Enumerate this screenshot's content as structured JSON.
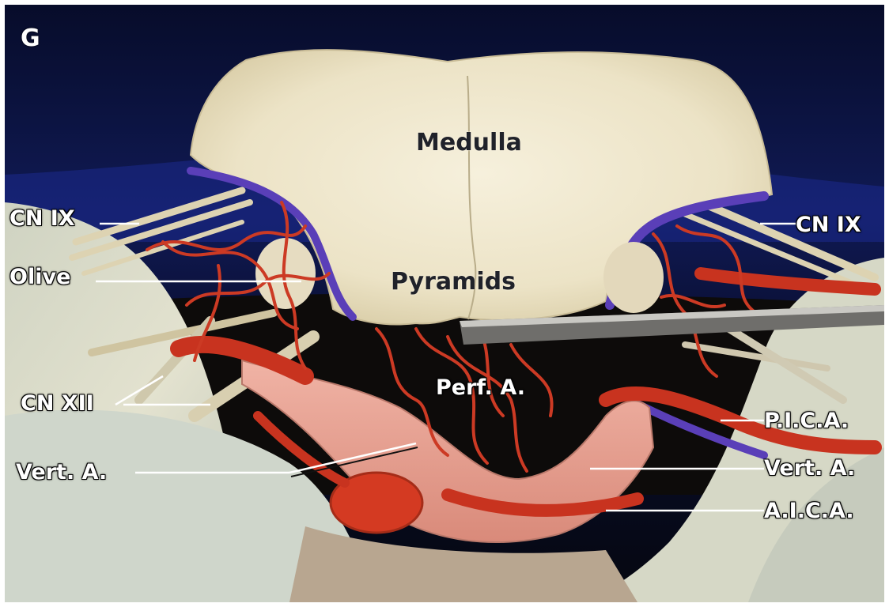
{
  "panel_letter": "G",
  "labels": {
    "medulla": "Medulla",
    "pyramids": "Pyramids",
    "cn_ix_left": "CN IX",
    "cn_ix_right": "CN IX",
    "olive": "Olive",
    "perf_a": "Perf. A.",
    "cn_xii": "CN XII",
    "pica": "P.I.C.A.",
    "vert_a_left": "Vert. A.",
    "vert_a_right": "Vert. A.",
    "aica": "A.I.C.A."
  },
  "colors": {
    "background": "#0b1238",
    "tissue": "#eee6cf",
    "artery": "#c8331f",
    "vein": "#5a3fb8",
    "nerve": "#ddd3b2",
    "bone": "#d8dbc9"
  }
}
